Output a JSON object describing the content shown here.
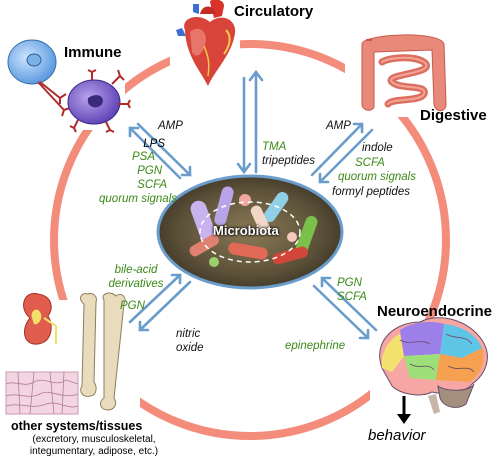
{
  "systems": {
    "circulatory": "Circulatory",
    "immune": "Immune",
    "digestive": "Digestive",
    "neuroendocrine": "Neuroendocrine",
    "other_title": "other systems/tissues",
    "other_detail_1": "(excretory, musculoskeletal,",
    "other_detail_2": "integumentary, adipose, etc.)"
  },
  "center": {
    "label": "Microbiota"
  },
  "behavior": "behavior",
  "signals": {
    "immune_out": [
      "AMP"
    ],
    "immune_in": [
      {
        "text": "LPS",
        "color": "black"
      },
      {
        "text": "PSA",
        "color": "green"
      },
      {
        "text": "PGN",
        "color": "green"
      },
      {
        "text": "SCFA",
        "color": "green"
      },
      {
        "text": "quorum signals",
        "color": "green"
      }
    ],
    "circulatory": [
      {
        "text": "TMA",
        "color": "green"
      },
      {
        "text": "tripeptides",
        "color": "black"
      }
    ],
    "digestive_out": [
      "AMP"
    ],
    "digestive_in": [
      {
        "text": "indole",
        "color": "black"
      },
      {
        "text": "SCFA",
        "color": "green"
      },
      {
        "text": "quorum signals",
        "color": "green"
      },
      {
        "text": "formyl peptides",
        "color": "black"
      }
    ],
    "other_in": [
      {
        "text": "bile-acid",
        "color": "green"
      },
      {
        "text": "derivatives",
        "color": "green"
      },
      {
        "text": "PGN",
        "color": "green"
      }
    ],
    "other_out": [
      "nitric",
      "oxide"
    ],
    "neuro_in": [
      {
        "text": "PGN",
        "color": "green"
      },
      {
        "text": "SCFA",
        "color": "green"
      }
    ],
    "neuro_out": [
      "epinephrine"
    ]
  },
  "colors": {
    "ring": "#f48c7c",
    "arrow": "#6a9ccc",
    "green_text": "#3a8a16"
  }
}
